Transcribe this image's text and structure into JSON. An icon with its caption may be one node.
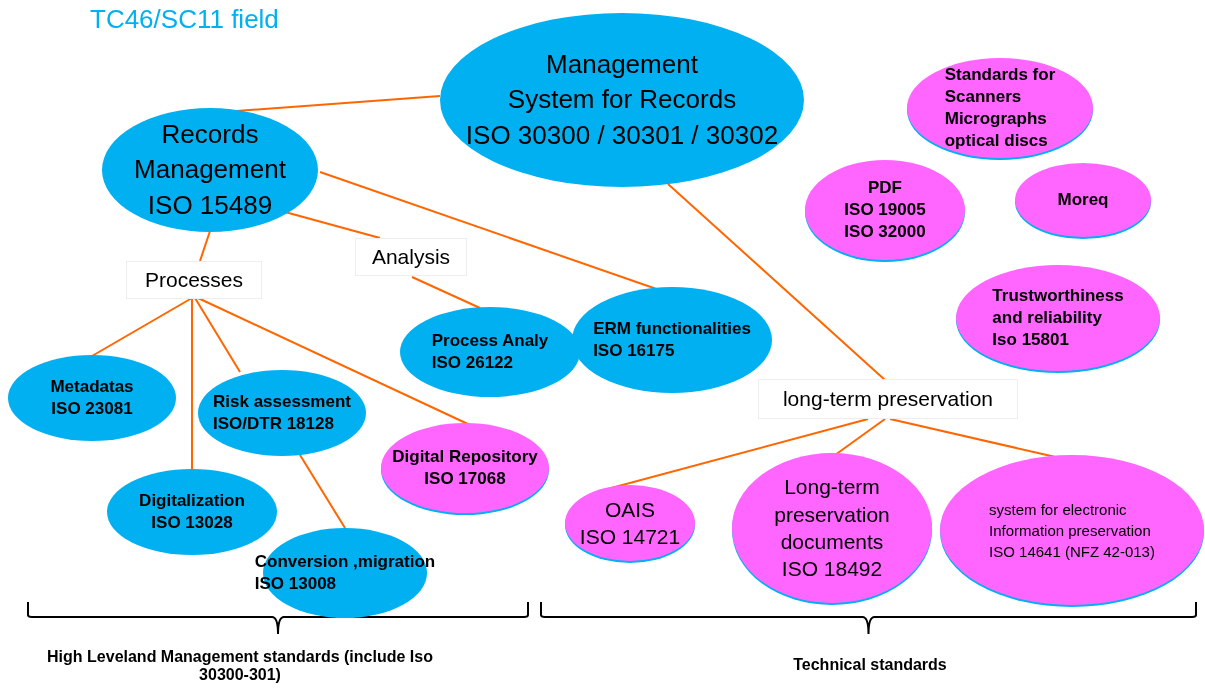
{
  "diagram": {
    "title": "TC46/SC11 field",
    "nodes": [
      {
        "text": [
          "Management System for Records ISO 30300 /  30301 / 30302"
        ]
      },
      {
        "text": [
          "Records Management ISO 15489"
        ]
      },
      {
        "text": [
          "Processes"
        ]
      },
      {
        "text": [
          "Analysis"
        ]
      },
      {
        "text": [
          "Metadatas ISO 23081"
        ]
      },
      {
        "text": [
          "Risk assessment ISO/DTR 18128"
        ]
      },
      {
        "text": [
          "Process Analy ISO 26122"
        ]
      },
      {
        "text": [
          "**ERM** functionalities **ISO 16175**"
        ]
      },
      {
        "text": [
          "Digital Repository ISO 17068"
        ]
      },
      {
        "text": [
          "Digitalization ISO 13028"
        ]
      },
      {
        "text": [
          "Conversion ,migration ISO 13008"
        ]
      },
      {
        "text": [
          "long-term preservation"
        ]
      },
      {
        "text": [
          "OAIS ISO 14721"
        ]
      },
      {
        "text": [
          "Long-term preservation documents ISO 18492"
        ]
      },
      {
        "text": [
          "system for electronic Information preservation ISO 14641 (NFZ 42-013)"
        ]
      },
      {
        "text": [
          "Standards for Scanners Micrographs optical discs"
        ]
      },
      {
        "text": [
          "PDF ISO 19005 ISO 32000"
        ]
      },
      {
        "text": [
          "Moreq"
        ]
      },
      {
        "text": [
          "Trustworthiness and reliability Iso 15801"
        ]
      }
    ],
    "edges": [
      {
        "from": 0,
        "to": 1,
        "arrow": "none"
      },
      {
        "from": 0,
        "to": 11,
        "arrow": "none"
      },
      {
        "from": 1,
        "to": 2,
        "arrow": "none"
      },
      {
        "from": 1,
        "to": 3,
        "arrow": "none"
      },
      {
        "from": 1,
        "to": 7,
        "arrow": "none"
      },
      {
        "from": 3,
        "to": 6,
        "arrow": "none"
      },
      {
        "from": 2,
        "to": 4,
        "arrow": "none"
      },
      {
        "from": 2,
        "to": 9,
        "arrow": "none"
      },
      {
        "from": 2,
        "to": 5,
        "arrow": "none"
      },
      {
        "from": 2,
        "to": 8,
        "arrow": "none"
      },
      {
        "from": 5,
        "to": 10,
        "arrow": "none"
      },
      {
        "from": 11,
        "to": 12,
        "arrow": "none"
      },
      {
        "from": 11,
        "to": 13,
        "arrow": "none"
      },
      {
        "from": 11,
        "to": 14,
        "arrow": "none"
      }
    ],
    "labels": [
      "High Leveland Management standards (include Iso 30300-301)",
      "Technical standards"
    ]
  }
}
